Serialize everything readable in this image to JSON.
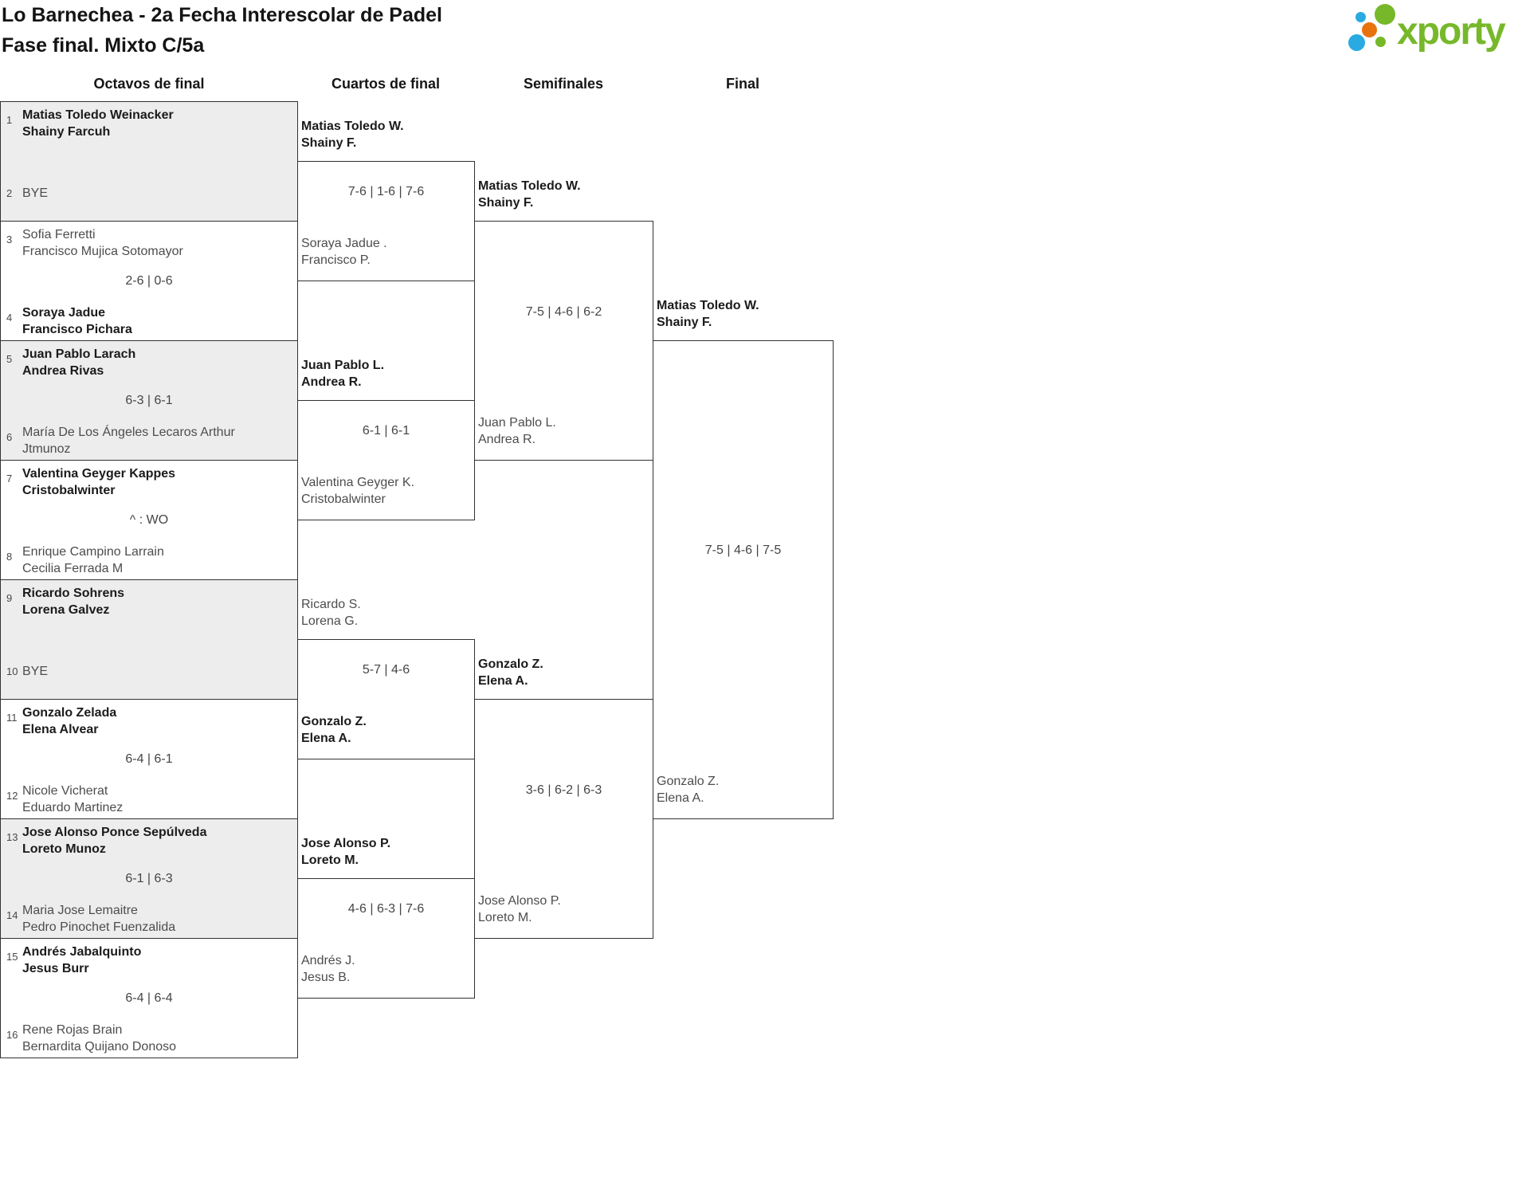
{
  "header": {
    "title_line1": "Lo Barnechea - 2a Fecha Interescolar de Padel",
    "title_line2": "Fase final. Mixto C/5a",
    "logo": {
      "text": "xporty",
      "green": "#76b82a",
      "blue": "#29abe2",
      "orange": "#e8720d"
    }
  },
  "round_headers": [
    "Octavos de final",
    "Cuartos de final",
    "Semifinales",
    "Final"
  ],
  "colors": {
    "box_shaded": "#ededed",
    "border": "#323232",
    "winner_text": "#1b1b1b",
    "loser_text": "#4d4d4d"
  },
  "octavos": [
    {
      "seed1": "1",
      "t1a": "Matias Toledo Weinacker",
      "t1b": "Shainy Farcuh",
      "b1": true,
      "score": "",
      "seed2": "2",
      "t2a": "BYE",
      "t2b": "",
      "b2": false
    },
    {
      "seed1": "3",
      "t1a": "Sofia Ferretti",
      "t1b": "Francisco Mujica Sotomayor",
      "b1": false,
      "score": "2-6 | 0-6",
      "seed2": "4",
      "t2a": "Soraya Jadue",
      "t2b": "Francisco Pichara",
      "b2": true
    },
    {
      "seed1": "5",
      "t1a": "Juan Pablo Larach",
      "t1b": "Andrea Rivas",
      "b1": true,
      "score": "6-3 | 6-1",
      "seed2": "6",
      "t2a": "María De Los Ángeles Lecaros Arthur",
      "t2b": "Jtmunoz",
      "b2": false
    },
    {
      "seed1": "7",
      "t1a": "Valentina Geyger Kappes",
      "t1b": "Cristobalwinter",
      "b1": true,
      "score": "^ : WO",
      "seed2": "8",
      "t2a": "Enrique Campino Larrain",
      "t2b": "Cecilia Ferrada M",
      "b2": false
    },
    {
      "seed1": "9",
      "t1a": "Ricardo Sohrens",
      "t1b": "Lorena Galvez",
      "b1": true,
      "score": "",
      "seed2": "10",
      "t2a": "BYE",
      "t2b": "",
      "b2": false
    },
    {
      "seed1": "11",
      "t1a": "Gonzalo Zelada",
      "t1b": "Elena Alvear",
      "b1": true,
      "score": "6-4 | 6-1",
      "seed2": "12",
      "t2a": "Nicole Vicherat",
      "t2b": "Eduardo Martinez",
      "b2": false
    },
    {
      "seed1": "13",
      "t1a": "Jose Alonso Ponce Sepúlveda",
      "t1b": "Loreto Munoz",
      "b1": true,
      "score": "6-1 | 6-3",
      "seed2": "14",
      "t2a": "Maria Jose Lemaitre",
      "t2b": "Pedro Pinochet Fuenzalida",
      "b2": false
    },
    {
      "seed1": "15",
      "t1a": "Andrés Jabalquinto",
      "t1b": "Jesus Burr",
      "b1": true,
      "score": "6-4 | 6-4",
      "seed2": "16",
      "t2a": "Rene Rojas Brain",
      "t2b": "Bernardita Quijano Donoso",
      "b2": false
    }
  ],
  "cuartos": [
    {
      "t1a": "Matias Toledo W.",
      "t1b": "Shainy F.",
      "b1": true,
      "score": "7-6 | 1-6 | 7-6",
      "t2a": "Soraya Jadue .",
      "t2b": "Francisco P.",
      "b2": false
    },
    {
      "t1a": "Juan Pablo L.",
      "t1b": "Andrea R.",
      "b1": true,
      "score": "6-1 | 6-1",
      "t2a": "Valentina Geyger K.",
      "t2b": "Cristobalwinter",
      "b2": false
    },
    {
      "t1a": "Ricardo S.",
      "t1b": "Lorena G.",
      "b1": false,
      "score": "5-7 | 4-6",
      "t2a": "Gonzalo Z.",
      "t2b": "Elena A.",
      "b2": true
    },
    {
      "t1a": "Jose Alonso P.",
      "t1b": "Loreto M.",
      "b1": true,
      "score": "4-6 | 6-3 | 7-6",
      "t2a": "Andrés J.",
      "t2b": "Jesus B.",
      "b2": false
    }
  ],
  "semifinales": [
    {
      "t1a": "Matias Toledo W.",
      "t1b": "Shainy F.",
      "b1": true,
      "score": "7-5 | 4-6 | 6-2",
      "t2a": "Juan Pablo L.",
      "t2b": "Andrea R.",
      "b2": false
    },
    {
      "t1a": "Gonzalo Z.",
      "t1b": "Elena A.",
      "b1": true,
      "score": "3-6 | 6-2 | 6-3",
      "t2a": "Jose Alonso P.",
      "t2b": "Loreto M.",
      "b2": false
    }
  ],
  "final": {
    "t1a": "Matias Toledo W.",
    "t1b": "Shainy F.",
    "b1": true,
    "score": "7-5 | 4-6 | 7-5",
    "t2a": "Gonzalo Z.",
    "t2b": "Elena A.",
    "b2": false
  }
}
